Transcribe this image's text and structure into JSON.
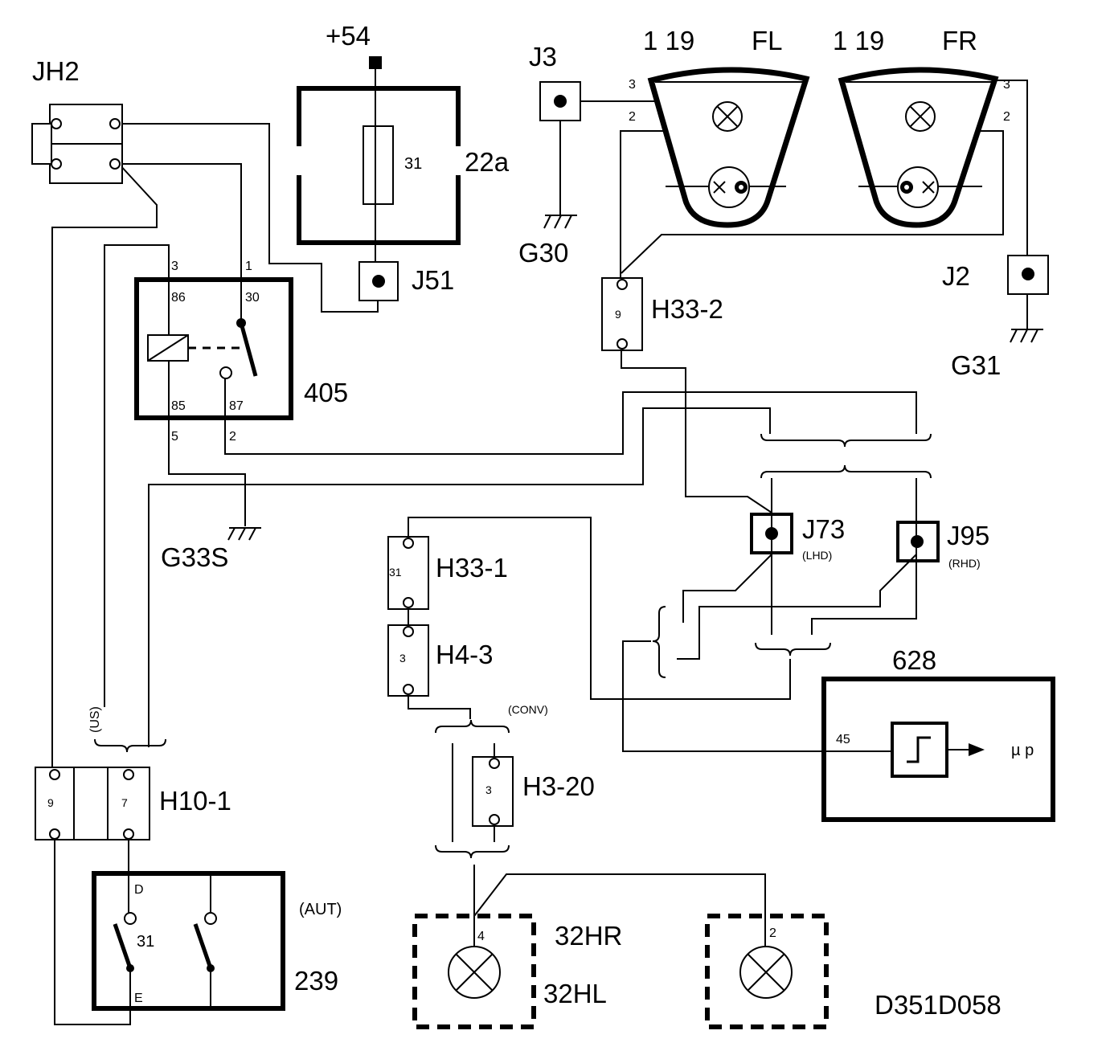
{
  "drawing_number": "D351D058",
  "labels": {
    "jh2": "JH2",
    "plus54": "+54",
    "fuse_box": "22a",
    "fuse_pin": "31",
    "j51": "J51",
    "relay": "405",
    "relay_pin_86": "86",
    "relay_pin_30": "30",
    "relay_pin_85": "85",
    "relay_pin_87": "87",
    "wire_3": "3",
    "wire_1": "1",
    "wire_5": "5",
    "wire_2": "2",
    "g33s": "G33S",
    "j3": "J3",
    "g30": "G30",
    "fl_num": "1 19",
    "fl": "FL",
    "fr_num": "1 19",
    "fr": "FR",
    "fl_pin3": "3",
    "fl_pin2": "2",
    "fr_pin3": "3",
    "fr_pin2": "2",
    "j2": "J2",
    "g31": "G31",
    "h33_2": "H33-2",
    "h33_2_pin": "9",
    "j73": "J73",
    "lhd": "(LHD)",
    "j95": "J95",
    "rhd": "(RHD)",
    "h33_1": "H33-1",
    "h33_1_pin": "31",
    "h4_3": "H4-3",
    "h4_3_pin": "3",
    "conv": "(CONV)",
    "h3_20": "H3-20",
    "h3_20_pin": "3",
    "us": "(US)",
    "h10_1": "H10-1",
    "h10_1_pin9": "9",
    "h10_1_pin7": "7",
    "aut": "(AUT)",
    "switch": "239",
    "switch_d": "D",
    "switch_31": "31",
    "switch_e": "E",
    "ecu": "628",
    "ecu_pin": "45",
    "ecu_out": "µ p",
    "lamp_hr": "32HR",
    "lamp_hl": "32HL",
    "lamp_pin4": "4",
    "lamp_pin2": "2"
  }
}
